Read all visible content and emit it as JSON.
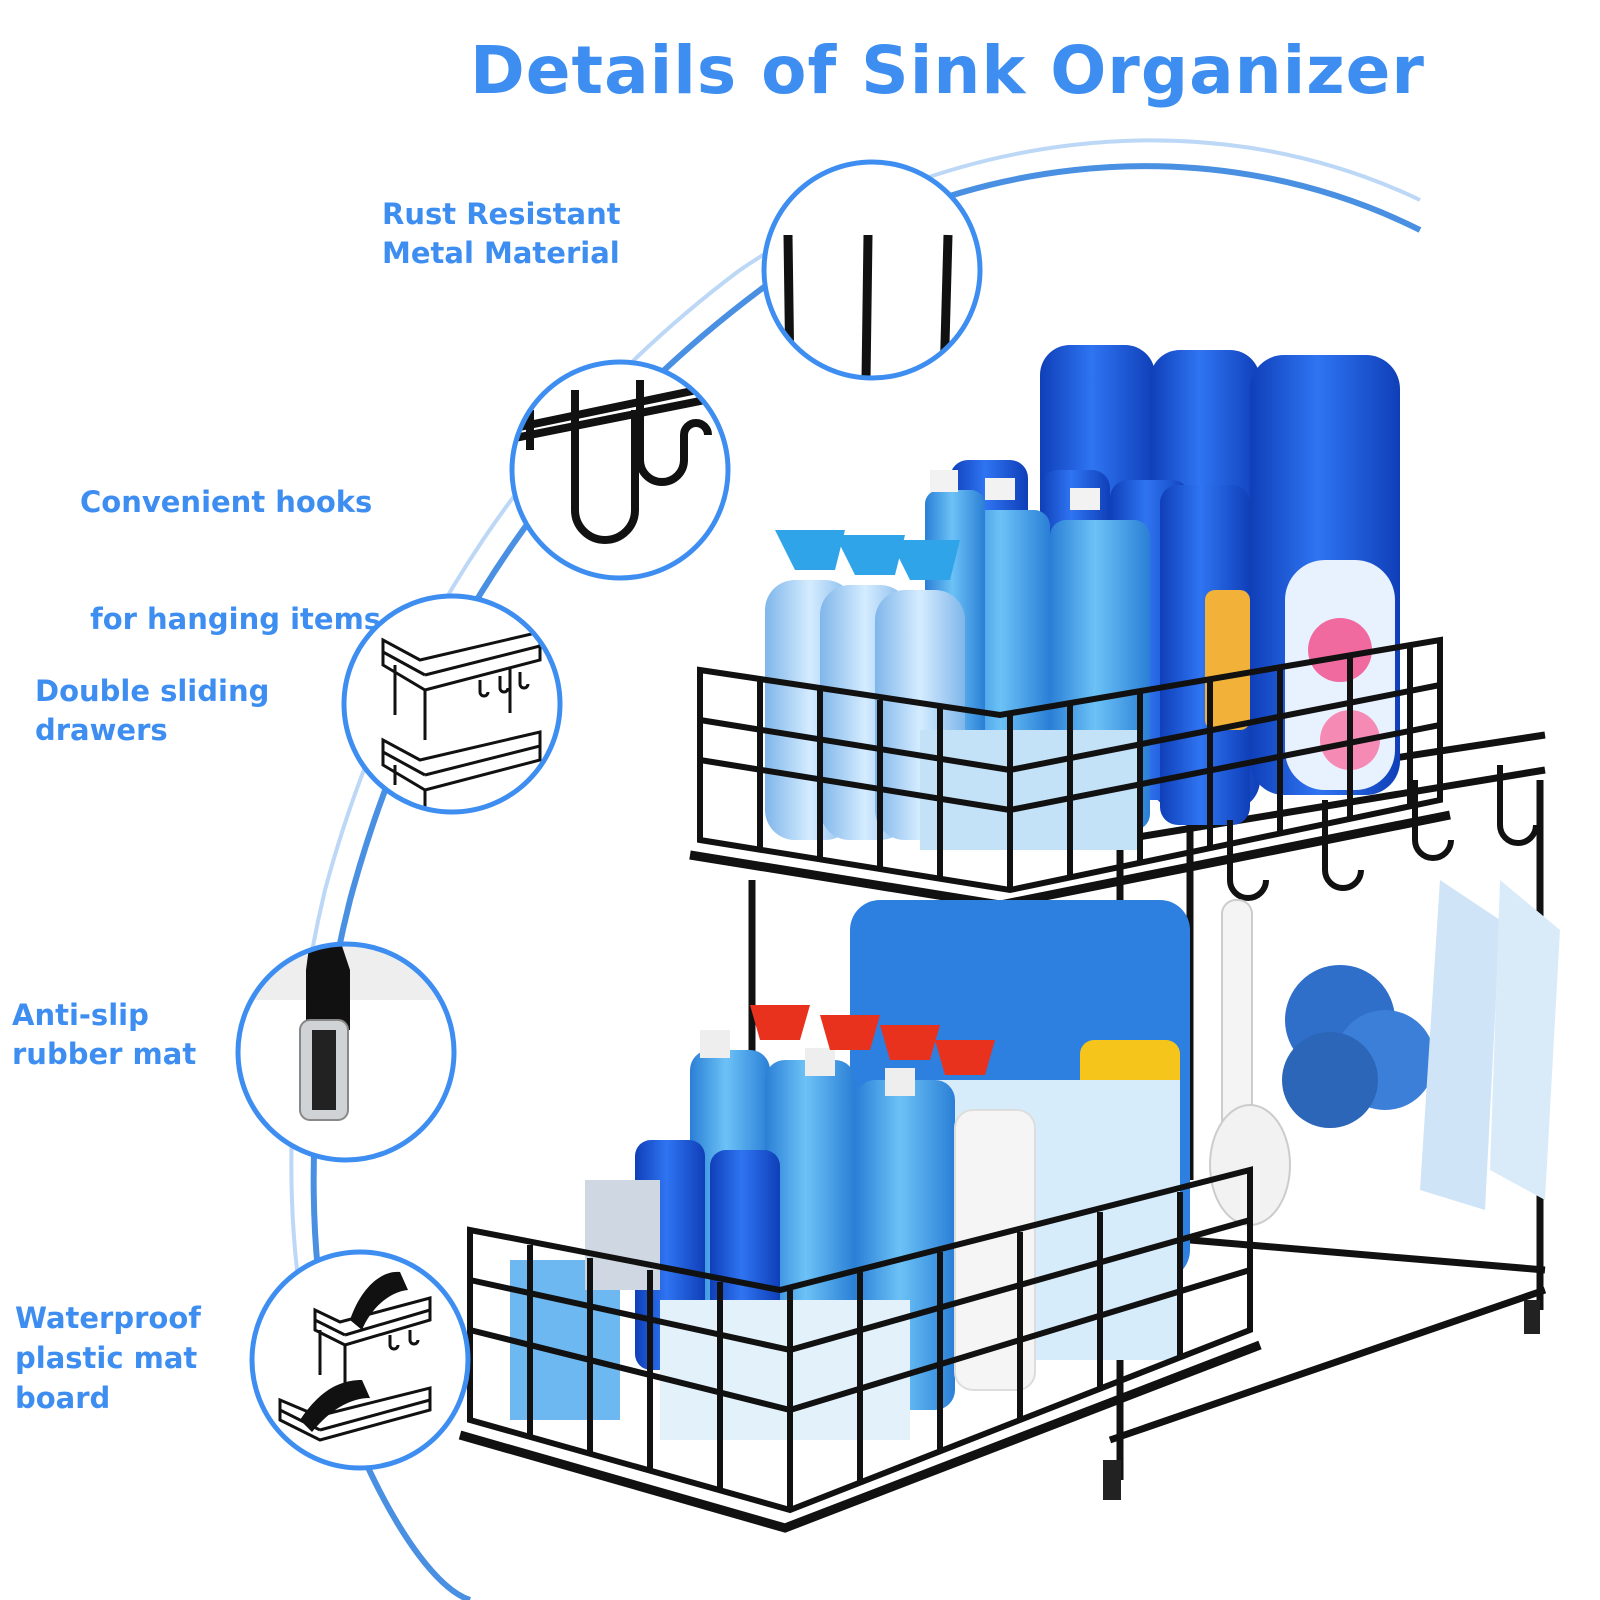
{
  "title": "Details of Sink Organizer",
  "colors": {
    "accent": "#3d8ef0",
    "circle_border": "#3d8ef0",
    "arc": "#4a90e2",
    "metal": "#111111",
    "bottle_blue": "#1a5ce6",
    "bottle_light": "#4aa8ee",
    "spray_red": "#e8321e"
  },
  "features": [
    {
      "lines": [
        "Rust Resistant",
        "Metal Material"
      ],
      "icon": "metal-bars-icon"
    },
    {
      "lines": [
        "Convenient hooks",
        " for hanging items"
      ],
      "icon": "hooks-icon"
    },
    {
      "lines": [
        "Double sliding",
        "drawers"
      ],
      "icon": "double-drawer-icon"
    },
    {
      "lines": [
        "Anti-slip",
        "rubber mat"
      ],
      "icon": "rubber-foot-icon"
    },
    {
      "lines": [
        "Waterproof",
        "plastic mat",
        "board"
      ],
      "icon": "mat-board-icon"
    }
  ]
}
